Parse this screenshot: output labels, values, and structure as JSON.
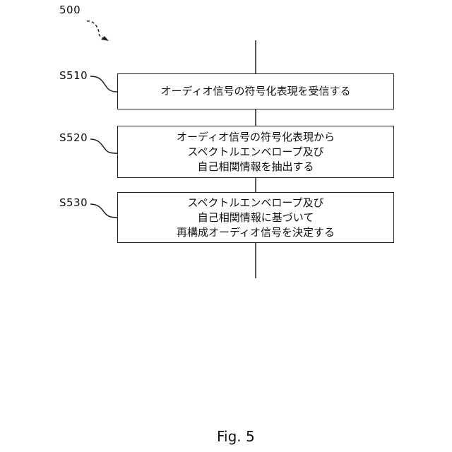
{
  "diagram": {
    "number": "500",
    "steps": [
      {
        "id": "S510",
        "lines": [
          "オーディオ信号の符号化表現を受信する"
        ]
      },
      {
        "id": "S520",
        "lines": [
          "オーディオ信号の符号化表現から",
          "スペクトルエンベロープ及び",
          "自己相関情報を抽出する"
        ]
      },
      {
        "id": "S530",
        "lines": [
          "スペクトルエンベロープ及び",
          "自己相関情報に基づいて",
          "再構成オーディオ信号を決定する"
        ]
      }
    ],
    "caption": "Fig. 5"
  }
}
